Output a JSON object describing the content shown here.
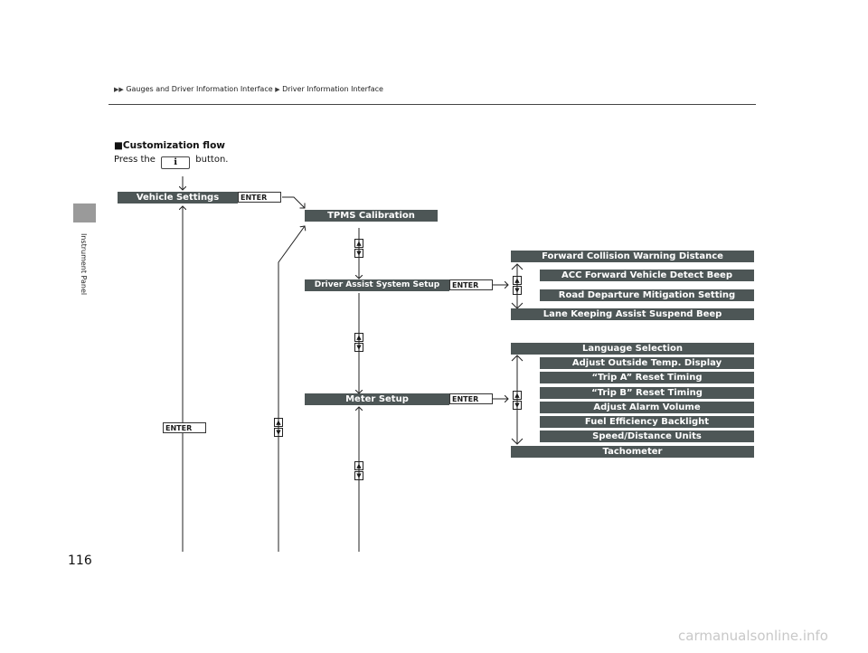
{
  "page_number": "116",
  "side_label": "Instrument Panel",
  "breadcrumb": {
    "part1": "Gauges and Driver Information Interface",
    "part2": "Driver Information Interface"
  },
  "section": {
    "marker": "■",
    "title": "Customization flow",
    "instruction_prefix": "Press the",
    "instruction_suffix": "button.",
    "button_icon": "info-icon"
  },
  "enter_label": "ENTER",
  "menu": {
    "vehicle_settings": "Vehicle Settings",
    "tpms_calibration": "TPMS Calibration",
    "driver_assist": "Driver Assist System Setup",
    "meter_setup": "Meter Setup"
  },
  "driver_assist_items": [
    "Forward Collision Warning Distance",
    "ACC Forward Vehicle Detect Beep",
    "Road Departure Mitigation Setting",
    "Lane Keeping Assist Suspend Beep"
  ],
  "meter_items": [
    "Language Selection",
    "Adjust Outside Temp. Display",
    "“Trip A” Reset Timing",
    "“Trip B” Reset Timing",
    "Adjust Alarm Volume",
    "Fuel Efficiency Backlight",
    "Speed/Distance Units",
    "Tachometer"
  ],
  "arrows": {
    "up": "▲",
    "down": "▼"
  },
  "watermark": "carmanualsonline.info"
}
